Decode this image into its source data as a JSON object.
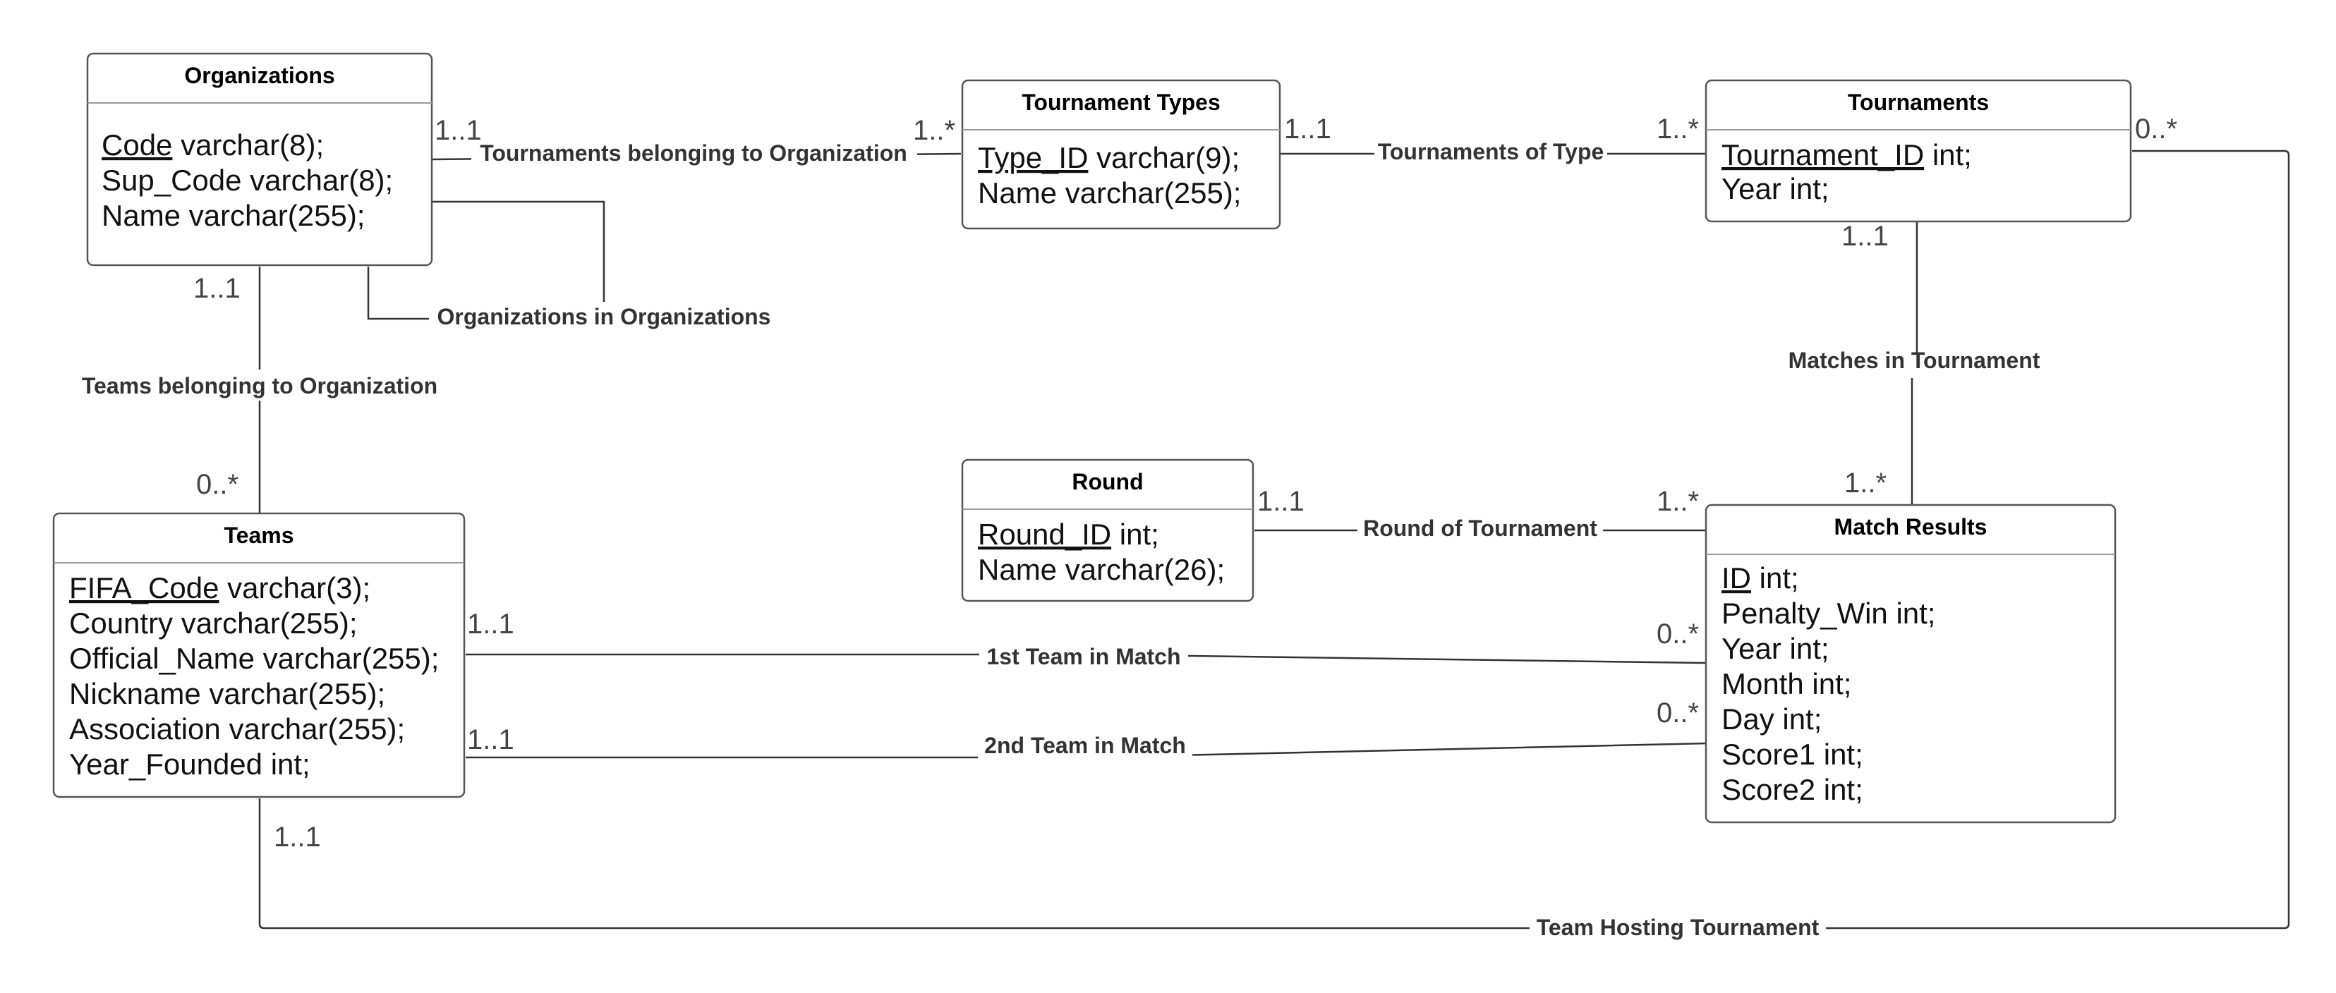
{
  "entities": {
    "organizations": {
      "title": "Organizations",
      "attrs": [
        {
          "key": "Code",
          "rest": " varchar(8);"
        },
        {
          "key": "",
          "rest": "Sup_Code varchar(8);"
        },
        {
          "key": "",
          "rest": "Name varchar(255);"
        }
      ]
    },
    "tournament_types": {
      "title": "Tournament Types",
      "attrs": [
        {
          "key": "Type_ID",
          "rest": " varchar(9);"
        },
        {
          "key": "",
          "rest": "Name varchar(255);"
        }
      ]
    },
    "tournaments": {
      "title": "Tournaments",
      "attrs": [
        {
          "key": "Tournament_ID",
          "rest": " int;"
        },
        {
          "key": "",
          "rest": "Year int;"
        }
      ]
    },
    "round": {
      "title": "Round",
      "attrs": [
        {
          "key": "Round_ID",
          "rest": " int;"
        },
        {
          "key": "",
          "rest": "Name varchar(26);"
        }
      ]
    },
    "teams": {
      "title": "Teams",
      "attrs": [
        {
          "key": "FIFA_Code",
          "rest": " varchar(3);"
        },
        {
          "key": "",
          "rest": "Country varchar(255);"
        },
        {
          "key": "",
          "rest": "Official_Name varchar(255);"
        },
        {
          "key": "",
          "rest": "Nickname varchar(255);"
        },
        {
          "key": "",
          "rest": "Association varchar(255);"
        },
        {
          "key": "",
          "rest": "Year_Founded int;"
        }
      ]
    },
    "match_results": {
      "title": "Match Results",
      "attrs": [
        {
          "key": "ID",
          "rest": " int;"
        },
        {
          "key": "",
          "rest": "Penalty_Win int;"
        },
        {
          "key": "",
          "rest": "Year int;"
        },
        {
          "key": "",
          "rest": "Month int;"
        },
        {
          "key": "",
          "rest": "Day int;"
        },
        {
          "key": "",
          "rest": "Score1 int;"
        },
        {
          "key": "",
          "rest": "Score2 int;"
        }
      ]
    }
  },
  "relationships": {
    "tournaments_belonging_to_organization": {
      "label": "Tournaments belonging to Organization",
      "from_mult": "1..1",
      "to_mult": "1..*"
    },
    "tournaments_of_type": {
      "label": "Tournaments of Type",
      "from_mult": "1..1",
      "to_mult": "1..*"
    },
    "organizations_in_organizations": {
      "label": "Organizations in Organizations"
    },
    "teams_belonging_to_organization": {
      "label": "Teams belonging to Organization",
      "from_mult": "1..1",
      "to_mult": "0..*"
    },
    "matches_in_tournament": {
      "label": "Matches in Tournament",
      "from_mult": "1..1",
      "to_mult": "1..*"
    },
    "round_of_tournament": {
      "label": "Round of Tournament",
      "from_mult": "1..1",
      "to_mult": "1..*"
    },
    "first_team_in_match": {
      "label": "1st Team in Match",
      "from_mult": "1..1",
      "to_mult": "0..*"
    },
    "second_team_in_match": {
      "label": "2nd Team in Match",
      "from_mult": "1..1",
      "to_mult": "0..*"
    },
    "team_hosting_tournament": {
      "label": "Team Hosting Tournament",
      "from_mult": "1..1",
      "to_mult": "0..*"
    }
  }
}
